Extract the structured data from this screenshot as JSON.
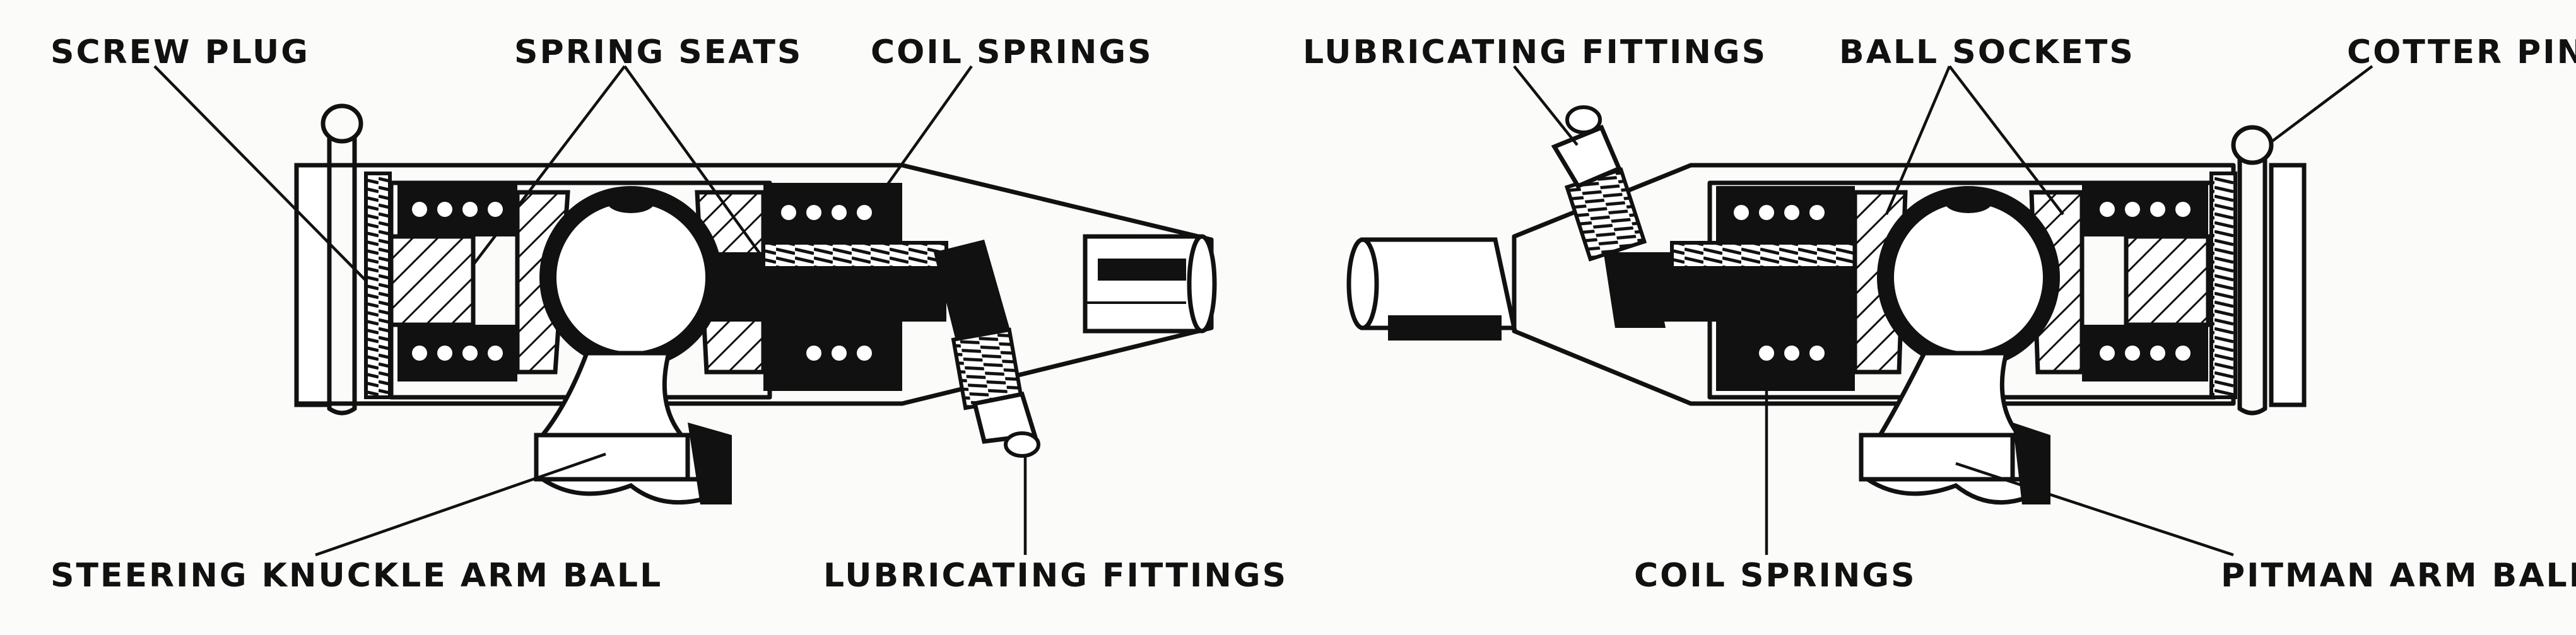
{
  "labels": {
    "screw_plug": "SCREW PLUG",
    "spring_seats": "SPRING SEATS",
    "coil_springs_left": "COIL SPRINGS",
    "steering_knuckle_arm_ball": "STEERING KNUCKLE ARM BALL",
    "lubricating_fittings_left": "LUBRICATING FITTINGS",
    "lubricating_fittings_right": "LUBRICATING FITTINGS",
    "ball_sockets": "BALL SOCKETS",
    "cotter_pin": "COTTER PIN",
    "coil_springs_right": "COIL SPRINGS",
    "pitman_arm_ball": "PITMAN ARM BALL"
  },
  "colors": {
    "ink": "#111111",
    "paper": "#fbfbfa"
  }
}
